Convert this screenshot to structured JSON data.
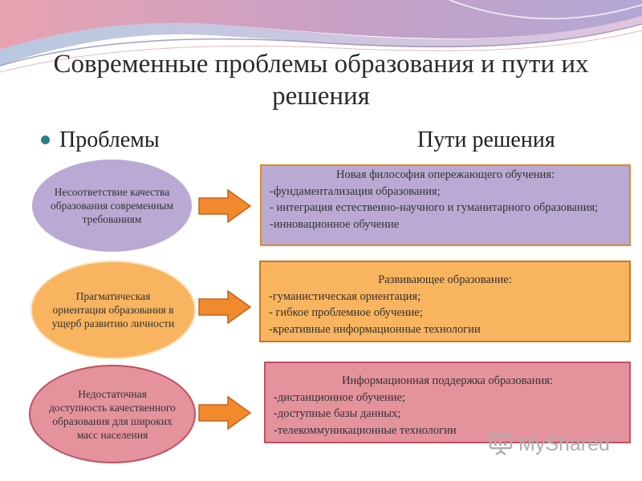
{
  "slide": {
    "title": "Современные проблемы образования и пути их решения",
    "left_header": "Проблемы",
    "right_header": "Пути решения"
  },
  "problems": [
    "Несоответствие качества образования современным требованиям",
    "Прагматическая ориентация образования в ущерб развитию личности",
    "Недостаточная доступность качественного образования для широких масс населения"
  ],
  "solutions": [
    {
      "head": "Новая философия опережающего обучения:",
      "lines": [
        "-фундаментализация образования;",
        "- интеграция естественно-научного и гуманитарного образования;",
        "-инновационное обучение"
      ]
    },
    {
      "head": "Развивающее образование:",
      "lines": [
        "-гуманистическая ориентация;",
        "- гибкое проблемное обучение;",
        "-креативные информационные технологии"
      ]
    },
    {
      "head": "Информационная поддержка образования:",
      "lines": [
        "-дистанционное обучение;",
        "-доступные базы данных;",
        "-телекоммуникационные технологии"
      ]
    }
  ],
  "watermark": {
    "text": "MyShared"
  },
  "colors": {
    "lavender": "#b9a9d3",
    "orange": "#f8b45e",
    "pink": "#e4929c",
    "arrow_fill": "#f08a2c",
    "bullet": "#2f7f86"
  },
  "icons": {
    "arrow": "right-arrow-icon",
    "watermark": "presentation-screen-icon"
  }
}
